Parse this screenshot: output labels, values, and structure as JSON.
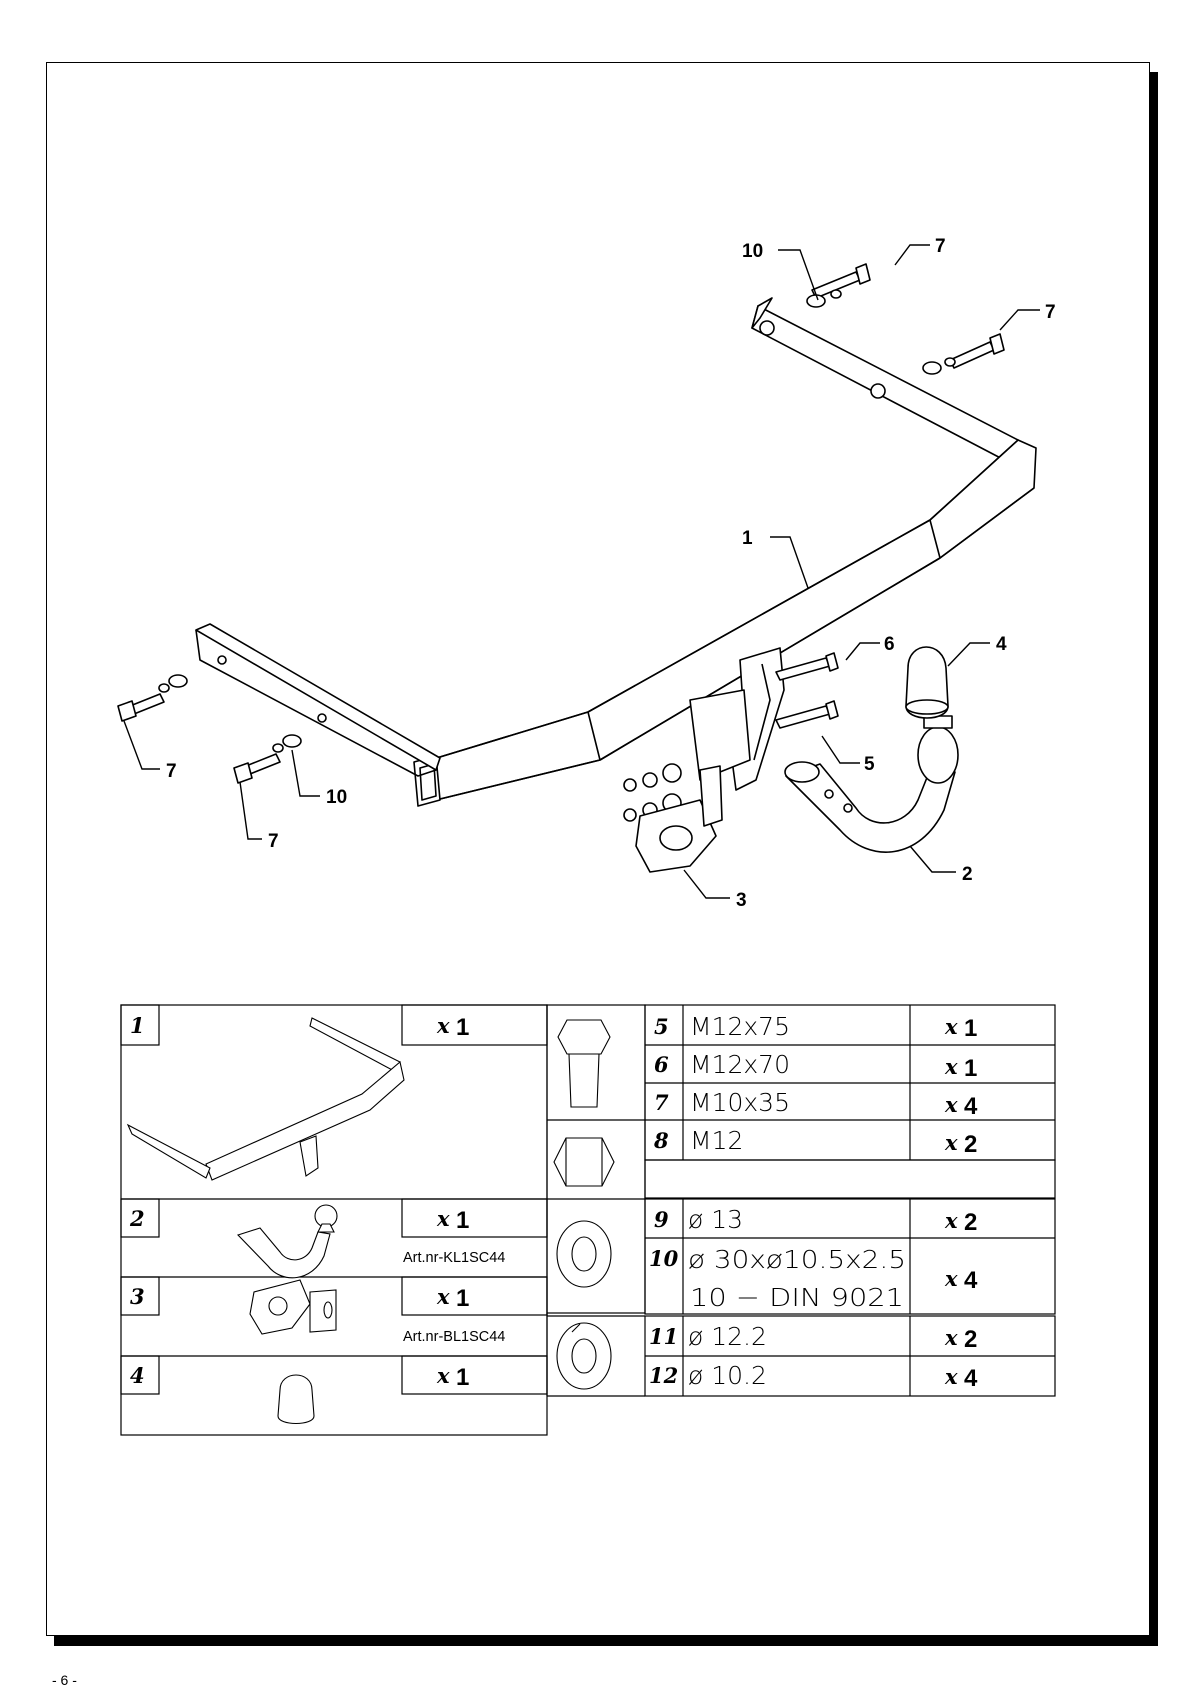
{
  "page_number": "- 6 -",
  "callouts": {
    "c10_top": "10",
    "c7_top1": "7",
    "c7_top2": "7",
    "c1": "1",
    "c6": "6",
    "c4": "4",
    "c5": "5",
    "c2": "2",
    "c3": "3",
    "c7_left1": "7",
    "c10_left": "10",
    "c7_left2": "7"
  },
  "parts_left": [
    {
      "num": "1",
      "qty_x": "x",
      "qty_n": "1",
      "art": ""
    },
    {
      "num": "2",
      "qty_x": "x",
      "qty_n": "1",
      "art": "Art.nr-KL1SC44"
    },
    {
      "num": "3",
      "qty_x": "x",
      "qty_n": "1",
      "art": "Art.nr-BL1SC44"
    },
    {
      "num": "4",
      "qty_x": "x",
      "qty_n": "1",
      "art": ""
    }
  ],
  "parts_right": [
    {
      "num": "5",
      "spec": "M12x75",
      "qty_x": "x",
      "qty_n": "1"
    },
    {
      "num": "6",
      "spec": "M12x70",
      "qty_x": "x",
      "qty_n": "1"
    },
    {
      "num": "7",
      "spec": "M10x35",
      "qty_x": "x",
      "qty_n": "4"
    },
    {
      "num": "8",
      "spec": "M12",
      "qty_x": "x",
      "qty_n": "2"
    },
    {
      "num": "9",
      "spec": "ø 13",
      "qty_x": "x",
      "qty_n": "2"
    },
    {
      "num": "10",
      "spec": "ø 30xø10.5x2.5",
      "spec2": "10 − DIN 9021",
      "qty_x": "x",
      "qty_n": "4"
    },
    {
      "num": "11",
      "spec": "ø 12.2",
      "qty_x": "x",
      "qty_n": "2"
    },
    {
      "num": "12",
      "spec": "ø 10.2",
      "qty_x": "x",
      "qty_n": "4"
    }
  ]
}
